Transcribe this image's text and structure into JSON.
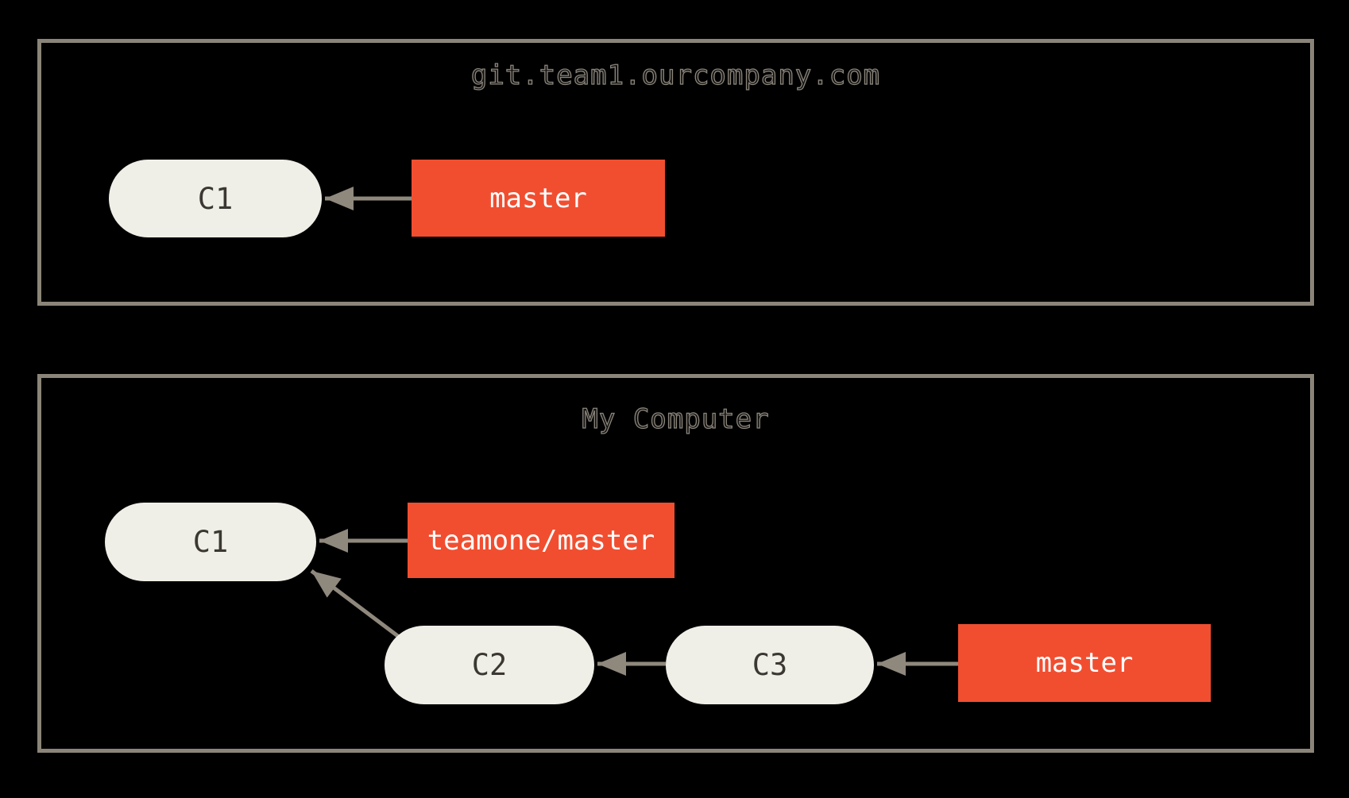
{
  "colors": {
    "background": "#000000",
    "box_border": "#8b8579",
    "arrow": "#8f887d",
    "commit_fill": "#f0efe7",
    "commit_text": "#3b3833",
    "branch_fill": "#f14e30",
    "branch_text": "#ffffff",
    "title_stroke": "#8a857c",
    "title_fill": "#141210"
  },
  "remote": {
    "title": "git.team1.ourcompany.com",
    "commits": [
      {
        "label": "C1"
      }
    ],
    "branches": [
      {
        "label": "master"
      }
    ]
  },
  "local": {
    "title": "My Computer",
    "commits": [
      {
        "label": "C1"
      },
      {
        "label": "C2"
      },
      {
        "label": "C3"
      }
    ],
    "branches": [
      {
        "label": "teamone/master"
      },
      {
        "label": "master"
      }
    ]
  },
  "arrows": [
    {
      "name": "remote-master-to-c1",
      "from": "master",
      "to": "C1"
    },
    {
      "name": "teamone-master-to-c1",
      "from": "teamone/master",
      "to": "C1"
    },
    {
      "name": "c2-to-c1",
      "from": "C2",
      "to": "C1"
    },
    {
      "name": "c3-to-c2",
      "from": "C3",
      "to": "C2"
    },
    {
      "name": "local-master-to-c3",
      "from": "master",
      "to": "C3"
    }
  ]
}
